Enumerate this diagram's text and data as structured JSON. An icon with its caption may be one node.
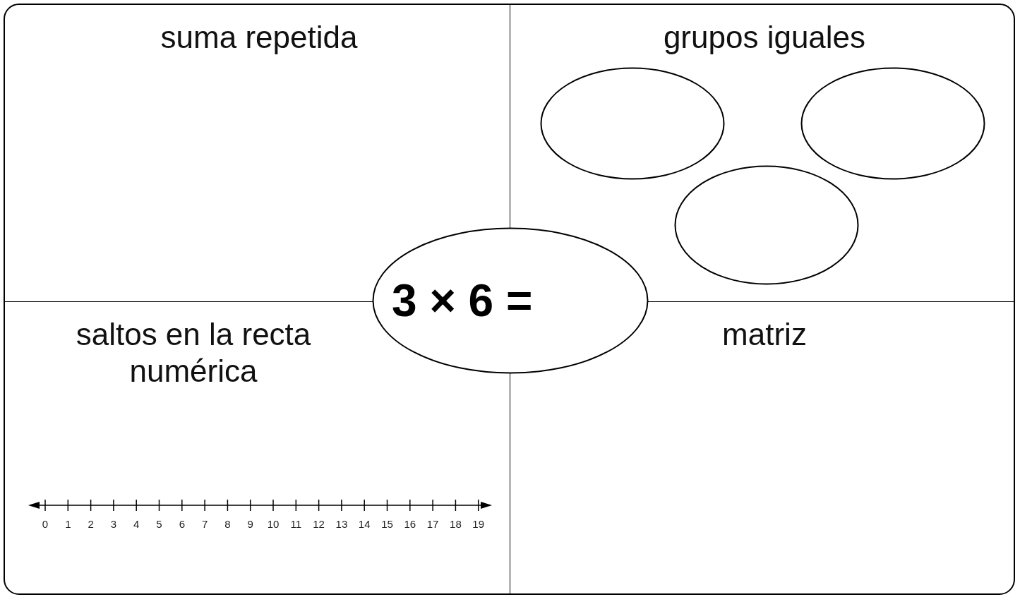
{
  "diagram": {
    "nodes": [
      {
        "text": [
          "suma repetida"
        ]
      },
      {
        "text": [
          "grupos iguales"
        ]
      },
      {
        "text": [],
        "shape": "ellipse",
        "in": 1
      },
      {
        "text": [],
        "shape": "ellipse",
        "in": 1
      },
      {
        "text": [],
        "shape": "ellipse",
        "in": 1
      },
      {
        "text": [
          "saltos en la recta numérica"
        ]
      },
      {
        "text": [
          "matriz"
        ]
      },
      {
        "text": [
          "3 × 6 ="
        ]
      }
    ],
    "edges": [],
    "labels": [
      "0",
      "1",
      "2",
      "3",
      "4",
      "5",
      "6",
      "7",
      "8",
      "9",
      "10",
      "11",
      "12",
      "13",
      "14",
      "15",
      "16",
      "17",
      "18",
      "19"
    ]
  }
}
